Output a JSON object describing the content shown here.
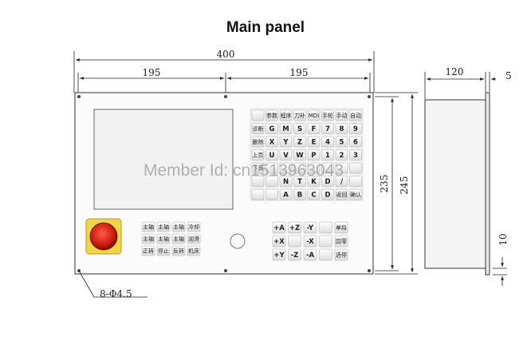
{
  "title": "Main panel",
  "dimensions": {
    "overall_width": "400",
    "half_left": "195",
    "half_right": "195",
    "depth": "120",
    "flange": "5",
    "inner_height": "235",
    "outer_height": "245",
    "bottom_gap": "10",
    "holes": "8-Φ4.5"
  },
  "keypad": {
    "rows": [
      [
        "",
        "参数",
        "程序",
        "刀补",
        "MDI",
        "手轮",
        "手动",
        "自动"
      ],
      [
        "诊断",
        "G",
        "M",
        "S",
        "F",
        "7",
        "8",
        "9"
      ],
      [
        "删除",
        "X",
        "Y",
        "Z",
        "E",
        "4",
        "5",
        "6"
      ],
      [
        "上页",
        "U",
        "V",
        "W",
        "P",
        "1",
        "2",
        "3"
      ],
      [
        "下页",
        "",
        "",
        "",
        "",
        "",
        "",
        ""
      ],
      [
        "",
        "",
        "N",
        "T",
        "K",
        "D",
        "/",
        ""
      ],
      [
        "",
        "",
        "A",
        "B",
        "C",
        "D",
        "返回",
        "确认"
      ]
    ]
  },
  "left_controls": [
    [
      "主轴",
      "主轴",
      "主轴",
      "冷却"
    ],
    [
      "主轴",
      "主轴",
      "主轴",
      "润滑"
    ],
    [
      "正转",
      "停止",
      "反转",
      "机床"
    ]
  ],
  "axis_controls": [
    [
      "+A",
      "+Z",
      "-Y",
      "",
      "单段"
    ],
    [
      "+X",
      "",
      "-X",
      "",
      "回零"
    ],
    [
      "+Y",
      "-Z",
      "-A",
      "",
      "选停"
    ]
  ],
  "watermark": "Member Id: cn1513963043"
}
